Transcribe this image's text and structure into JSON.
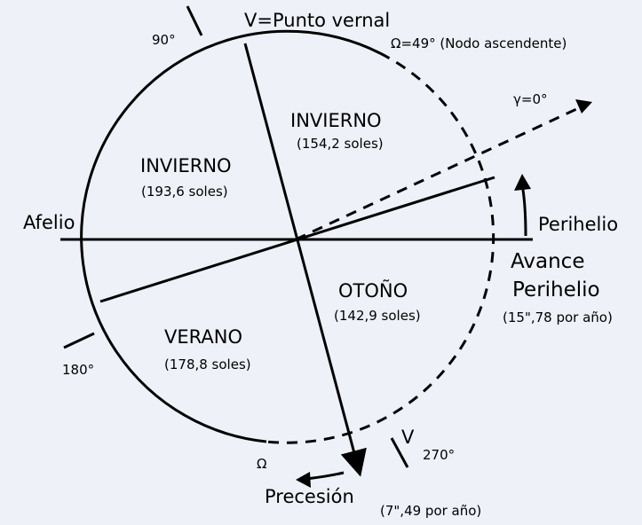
{
  "labels": {
    "punto_vernal": "V=Punto vernal",
    "nodo_ascendente": "Ω=49° (Nodo ascendente)",
    "gamma": "γ=0°",
    "afelio": "Afelio",
    "perihelio": "Perihelio",
    "avance_line1": "Avance",
    "avance_line2": "Perihelio",
    "avance_rate": "(15\",78 por año)",
    "precesion": "Precesión",
    "precesion_rate": "(7\",49 por año)",
    "deg_90": "90°",
    "deg_180": "180°",
    "deg_270": "270°",
    "v_marker": "V",
    "omega_marker": "Ω"
  },
  "seasons": [
    {
      "name": "INVIERNO",
      "days": "(193,6 soles)"
    },
    {
      "name": "INVIERNO",
      "days": "(154,2 soles)"
    },
    {
      "name": "OTOÑO",
      "days": "(142,9 soles)"
    },
    {
      "name": "VERANO",
      "days": "(178,8 soles)"
    }
  ],
  "colors": {
    "background": "#eef1f8",
    "ink": "#000000"
  }
}
